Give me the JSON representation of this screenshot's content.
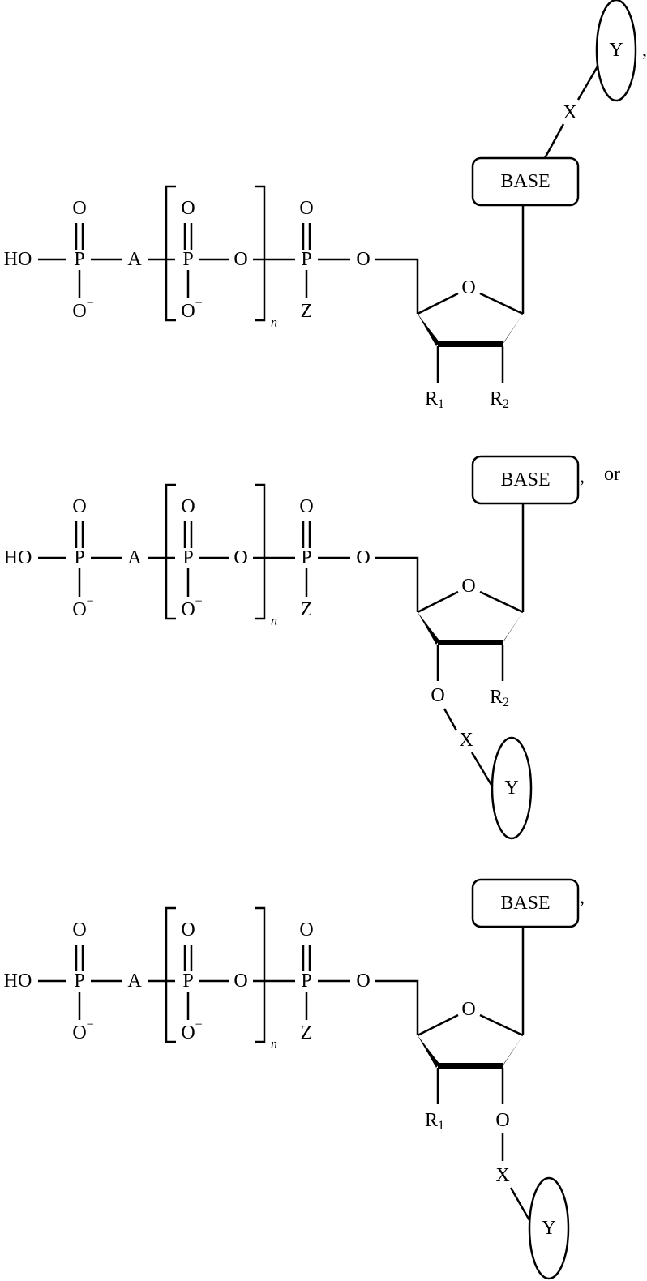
{
  "atoms": {
    "ho": "HO",
    "p": "P",
    "o": "O",
    "o_minus": "O",
    "minus": "−",
    "a": "A",
    "z": "Z",
    "n": "n",
    "r": "R",
    "r1_sub": "1",
    "r2_sub": "2",
    "base": "BASE",
    "x": "X",
    "y": "Y"
  },
  "structures": [
    {
      "label": "structure-1",
      "x_y_on": "base",
      "trailing": ","
    },
    {
      "label": "structure-2",
      "x_y_on": "3prime-oxygen",
      "trailing": ",",
      "conjunction": "or"
    },
    {
      "label": "structure-3",
      "x_y_on": "2prime-oxygen",
      "trailing": ","
    }
  ]
}
